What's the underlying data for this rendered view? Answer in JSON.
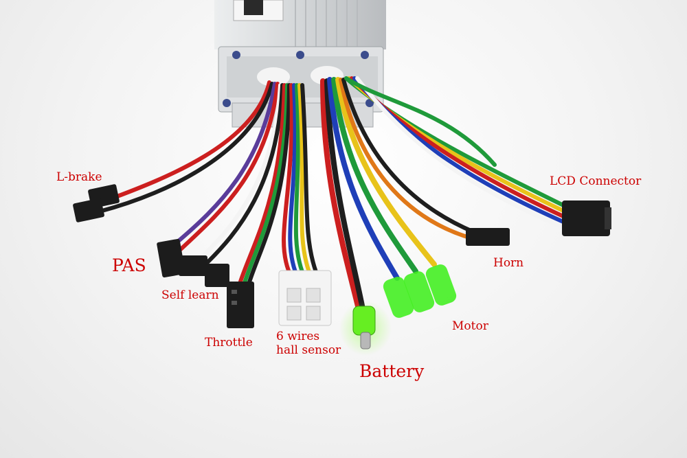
{
  "labels": {
    "l_brake": "L-brake",
    "pas": "PAS",
    "self_learn": "Self learn",
    "throttle": "Throttle",
    "hall_line1": "6 wires",
    "hall_line2": "hall sensor",
    "battery": "Battery",
    "motor": "Motor",
    "horn": "Horn",
    "lcd": "LCD Connector"
  },
  "colors": {
    "label_text": "#cc0000",
    "background": "#f2f2f2",
    "controller_body": "#d6d8da",
    "connector_black": "#1c1c1c",
    "battery_connector": "#66ee22",
    "motor_connector": "#44ee22",
    "hall_connector": "#f4f4f4",
    "wire_red": "#cc1f1f",
    "wire_black": "#1e1e1e",
    "wire_blue": "#1f3fb8",
    "wire_green": "#1f9a3a",
    "wire_yellow": "#e8c31a",
    "wire_orange": "#e07818",
    "wire_purple": "#5a3c9a",
    "wire_brown": "#6e3a1e",
    "wire_white": "#f4f4f4"
  }
}
